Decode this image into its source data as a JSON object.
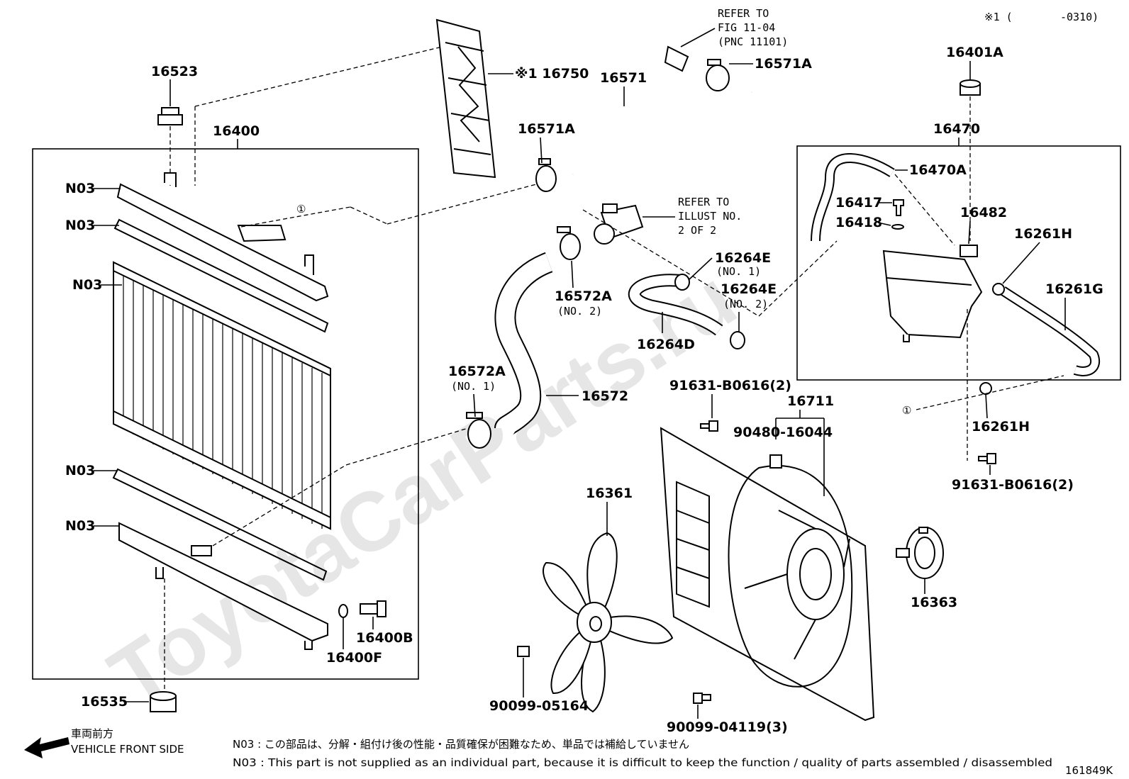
{
  "header": {
    "applicability_mark": "※1 (",
    "applicability_date": "-0310)"
  },
  "watermark": "ToyotaCarParts.ru",
  "labels": {
    "p16523": "16523",
    "p16400": "16400",
    "p16750": "※1 16750",
    "p16571": "16571",
    "p16571a_top": "16571A",
    "p16571a_left": "16571A",
    "refer_fig_1": "REFER TO",
    "refer_fig_2": "FIG 11-04",
    "refer_fig_3": "(PNC 11101)",
    "p16401a": "16401A",
    "p16470": "16470",
    "p16470a": "16470A",
    "p16417": "16417",
    "p16418": "16418",
    "p16482": "16482",
    "p16261h_top": "16261H",
    "p16261g": "16261G",
    "p16261h_bot": "16261H",
    "refer_illust_1": "REFER TO",
    "refer_illust_2": "ILLUST NO.",
    "refer_illust_3": "2 OF 2",
    "p16264e_1": "16264E",
    "p16264e_1_sub": "(NO. 1)",
    "p16264e_2": "16264E",
    "p16264e_2_sub": "(NO. 2)",
    "p16264d": "16264D",
    "p16572a_2": "16572A",
    "p16572a_2_sub": "(NO. 2)",
    "p16572a_1": "16572A",
    "p16572a_1_sub": "(NO. 1)",
    "p16572": "16572",
    "n03_1": "N03",
    "n03_2": "N03",
    "n03_3": "N03",
    "n03_4": "N03",
    "n03_5": "N03",
    "p16400b": "16400B",
    "p16400f": "16400F",
    "p16535": "16535",
    "p91631_top": "91631-B0616(2)",
    "p16711": "16711",
    "p90480": "90480-16044",
    "p91631_right": "91631-B0616(2)",
    "p16361": "16361",
    "p16363": "16363",
    "p90099_05164": "90099-05164",
    "p90099_04119": "90099-04119(3)",
    "circle_ref_a": "①",
    "circle_ref_b": "①"
  },
  "footer": {
    "front_jp": "車両前方",
    "front_en": "VEHICLE FRONT SIDE",
    "note_jp": "N03 : この部品は、分解・組付け後の性能・品質確保が困難なため、単品では補給していません",
    "note_en": "N03 : This part is not supplied as an individual part, because it is difficult to keep the function / quality of parts assembled / disassembled",
    "figure_id": "161849K"
  }
}
